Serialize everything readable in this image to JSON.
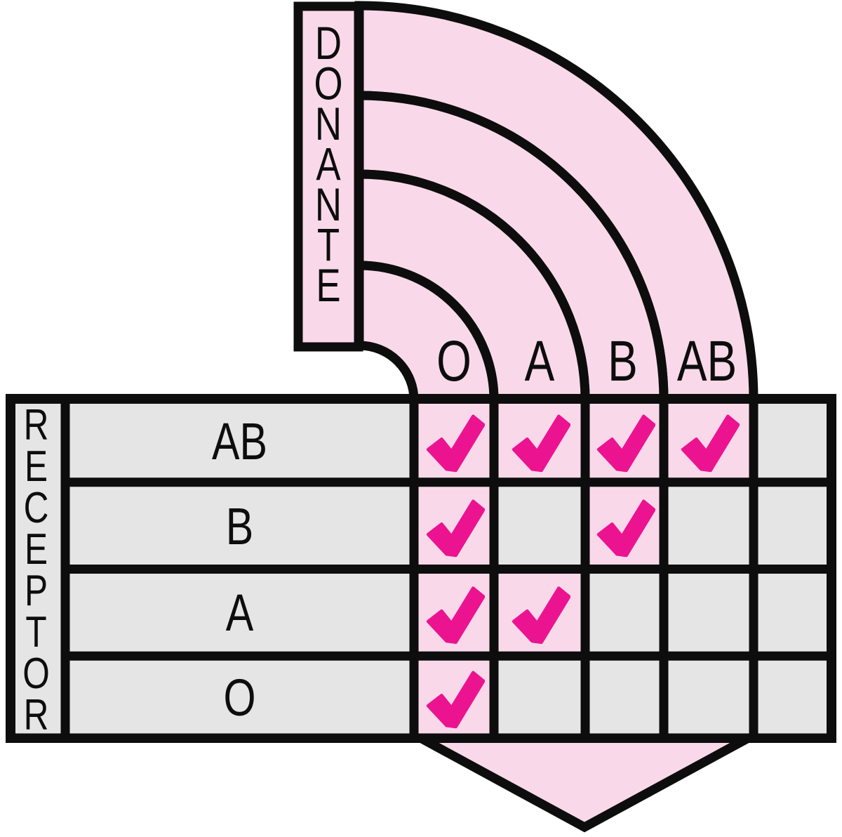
{
  "diagram": {
    "type": "blood-type-compatibility",
    "donor_axis": {
      "label": "DONANTE",
      "letters": [
        "D",
        "O",
        "N",
        "A",
        "N",
        "T",
        "E"
      ]
    },
    "recipient_axis": {
      "label": "RECEPTOR",
      "letters": [
        "R",
        "E",
        "C",
        "E",
        "P",
        "T",
        "O",
        "R"
      ]
    },
    "donor_types": [
      "O",
      "A",
      "B",
      "AB"
    ],
    "recipient_types": [
      "AB",
      "B",
      "A",
      "O"
    ],
    "compatibility": {
      "AB": [
        "O",
        "A",
        "B",
        "AB"
      ],
      "B": [
        "O",
        "B"
      ],
      "A": [
        "O",
        "A"
      ],
      "O": [
        "O"
      ]
    },
    "check_symbol": "check-mark",
    "colors": {
      "band_pink": "#f9d9e9",
      "compatible_cell": "#f9d9e9",
      "incompatible_cell": "#e5e5e5",
      "check_magenta": "#ec1390",
      "line_black": "#0d0d0d"
    }
  }
}
